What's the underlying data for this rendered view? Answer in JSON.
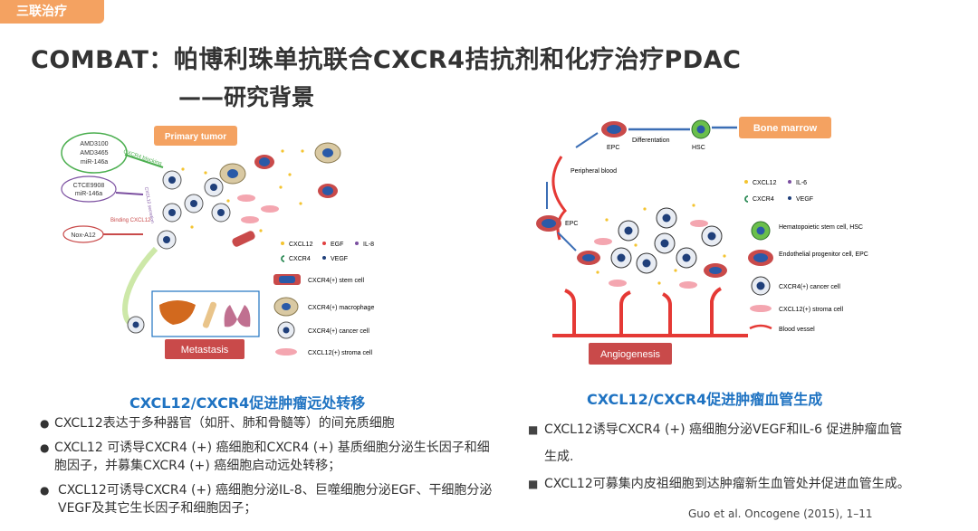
{
  "tag": "三联治疗",
  "title_line1": "COMBAT：帕博利珠单抗联合CXCR4拮抗剂和化疗治疗PDAC",
  "title_line2": "——研究背景",
  "left": {
    "heading": "CXCL12/CXCR4促进肿瘤远处转移",
    "bullets": [
      "CXCL12表达于多种器官（如肝、肺和骨髓等）的间充质细胞",
      "CXCL12 可诱导CXCR4 (+) 癌细胞和CXCR4 (+) 基质细胞分泌生长因子和细胞因子，并募集CXCR4 (+) 癌细胞启动远处转移；",
      "CXCL12可诱导CXCR4 (+) 癌细胞分泌IL-8、巨噬细胞分泌EGF、干细胞分泌VEGF及其它生长因子和细胞因子；"
    ],
    "figure": {
      "primary_tumor": "Primary tumor",
      "metastasis": "Metastasis",
      "drug_group1": [
        "AMD3100",
        "AMD3465",
        "miR-146a"
      ],
      "drug_group2": [
        "CTCE9908",
        "miR-146a"
      ],
      "drug_group3": "Nox-A12",
      "cxcr4_blocking": "CXCR4 blocking",
      "cxcl12_secretion": "CXCL12 secretion",
      "binding_cxcl12": "Binding CXCL12",
      "legend_row1": [
        "CXCL12",
        "EGF",
        "IL-8"
      ],
      "legend_row2": [
        "CXCR4",
        "VEGF"
      ],
      "legend_items": [
        "CXCR4(+) stem cell",
        "CXCR4(+) macrophage",
        "CXCR4(+) cancer cell",
        "CXCL12(+) stroma cell"
      ]
    }
  },
  "right": {
    "heading": "CXCL12/CXCR4促进肿瘤血管生成",
    "bullets": [
      "CXCL12诱导CXCR4 (+) 癌细胞分泌VEGF和IL-6 促进肿瘤血管生成.",
      "CXCL12可募集内皮祖细胞到达肿瘤新生血管处并促进血管生成。"
    ],
    "figure": {
      "bone_marrow": "Bone marrow",
      "differentiation": "Differentation",
      "epc": "EPC",
      "hsc": "HSC",
      "peripheral_blood": "Peripheral blood",
      "angiogenesis": "Angiogenesis",
      "legend_row1": [
        "CXCL12",
        "IL-6"
      ],
      "legend_row2": [
        "CXCR4",
        "VEGF"
      ],
      "legend_items": [
        "Hematopoietic stem cell, HSC",
        "Endothelial progenitor cell, EPC",
        "CXCR4(+) cancer cell",
        "CXCL12(+) stroma cell",
        "Blood vessel"
      ]
    }
  },
  "citation": "Guo et al. Oncogene (2015), 1–11",
  "colors": {
    "accent_orange": "#f4a261",
    "heading_blue": "#1f73c2",
    "metastasis_red": "#c94a4a"
  }
}
